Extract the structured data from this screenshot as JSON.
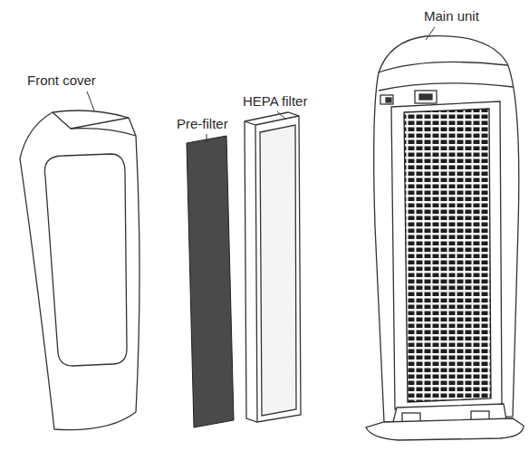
{
  "diagram": {
    "labels": [
      "Main unit",
      "Front cover",
      "Pre-filter",
      "HEPA filter"
    ]
  }
}
